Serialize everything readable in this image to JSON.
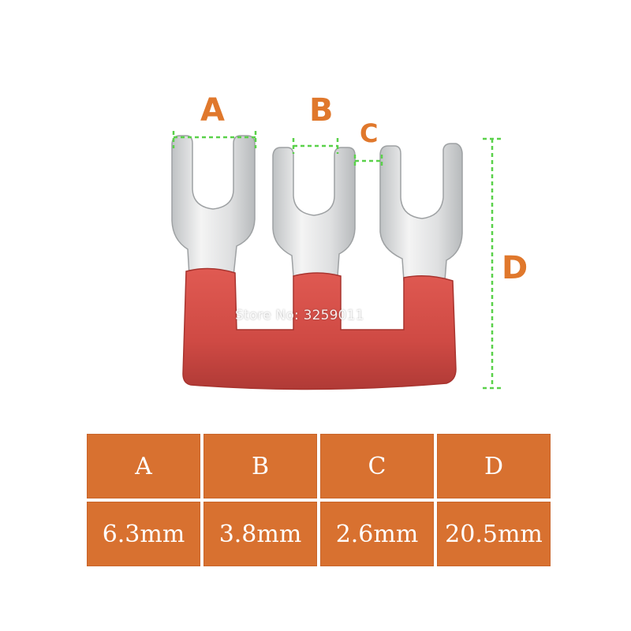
{
  "figure": {
    "labels": {
      "a": "A",
      "b": "B",
      "c": "C",
      "d": "D"
    },
    "watermark": "Store No: 3259011",
    "colors": {
      "sleeve": "#d9534a",
      "metal": "#e4e4e4",
      "dimension_line": "#5ad14a",
      "label": "#e0782c"
    }
  },
  "table": {
    "headers": [
      "A",
      "B",
      "C",
      "D"
    ],
    "values": [
      "6.3mm",
      "3.8mm",
      "2.6mm",
      "20.5mm"
    ],
    "colors": {
      "cell": "#d87130",
      "text": "#ffffff"
    }
  }
}
